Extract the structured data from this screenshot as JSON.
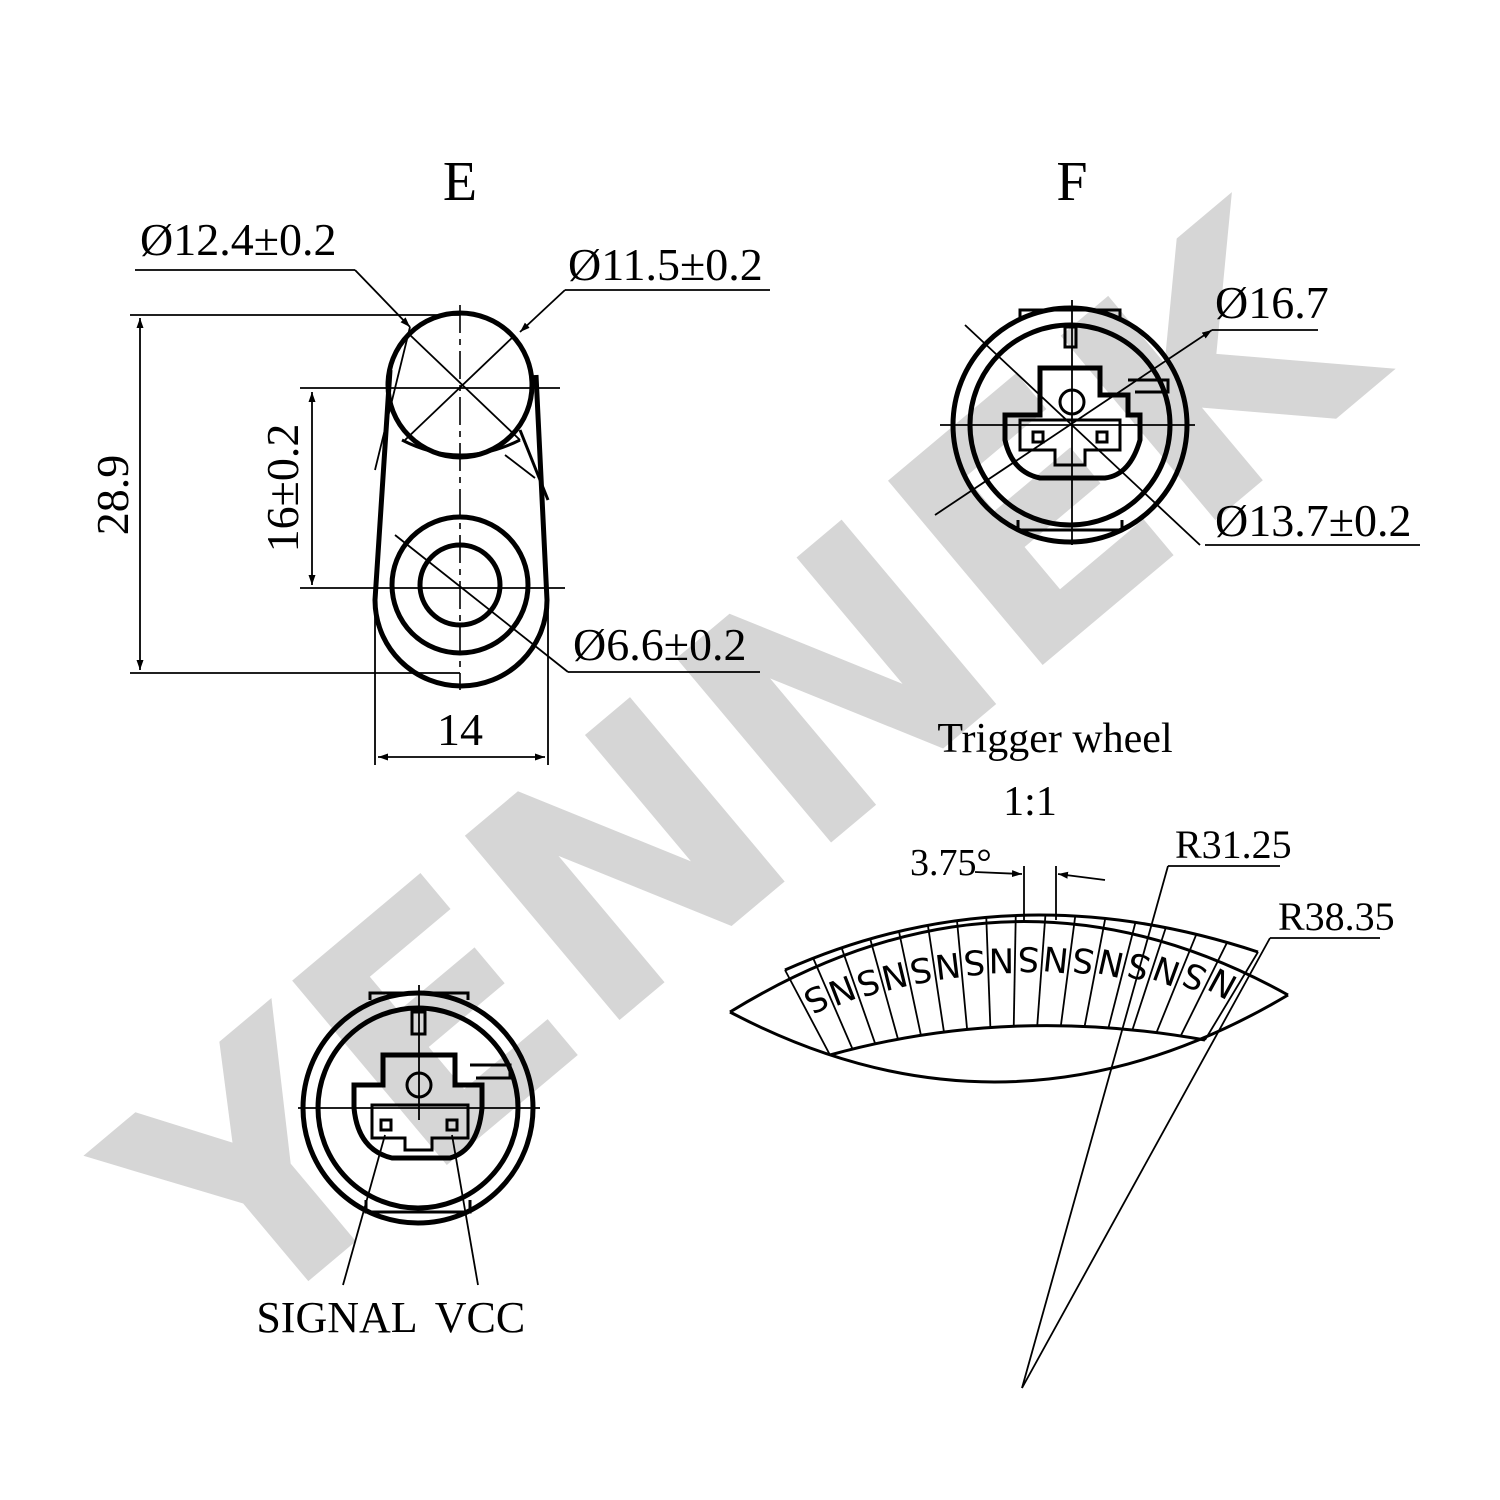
{
  "watermark": {
    "text": "YENNEK",
    "color": "#d6d6d6"
  },
  "view_e": {
    "title": "E",
    "dims": {
      "dia_outer": "Ø12.4±0.2",
      "dia_inner": "Ø11.5±0.2",
      "height": "28.9",
      "center_dist": "16±0.2",
      "hole_dia": "Ø6.6±0.2",
      "width": "14"
    }
  },
  "view_f": {
    "title": "F",
    "dims": {
      "dia_outer": "Ø16.7",
      "dia_inner": "Ø13.7±0.2"
    }
  },
  "connector": {
    "pins": {
      "signal": "SIGNAL",
      "vcc": "VCC"
    }
  },
  "trigger_wheel": {
    "title": "Trigger wheel",
    "scale": "1:1",
    "angle": "3.75°",
    "inner_radius": "R31.25",
    "outer_radius": "R38.35",
    "poles": [
      "S",
      "N",
      "S",
      "N",
      "S",
      "N",
      "S",
      "N",
      "S",
      "N",
      "S",
      "N",
      "S",
      "N",
      "S",
      "N"
    ]
  }
}
